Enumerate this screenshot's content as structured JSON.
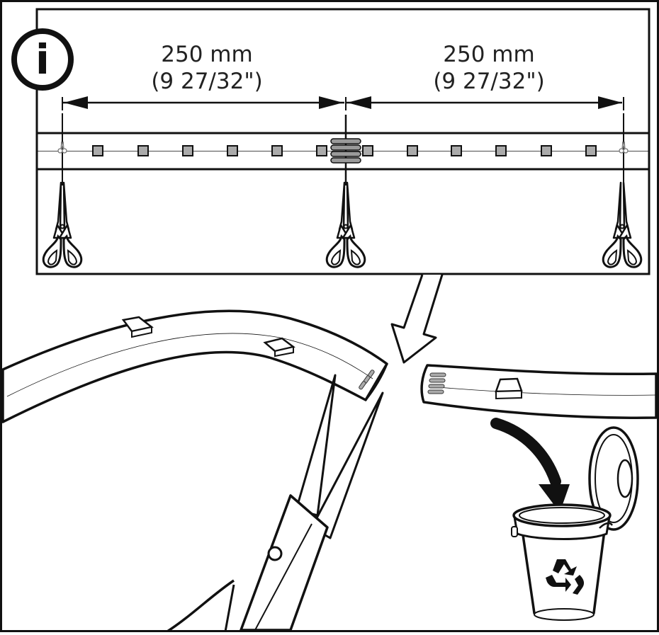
{
  "info_symbol": "i",
  "dimensions": [
    {
      "metric": "250 mm",
      "imperial": "(9 27/32\")"
    },
    {
      "metric": "250 mm",
      "imperial": "(9 27/32\")"
    }
  ],
  "icons": [
    "info-icon",
    "scissors-icon",
    "arrow-down-icon",
    "recycle-icon",
    "trash-bin-icon"
  ],
  "colors": {
    "line": "#111111",
    "led_fill": "#aaaaaa",
    "contact_fill": "#9a9a9a",
    "background": "#ffffff"
  }
}
